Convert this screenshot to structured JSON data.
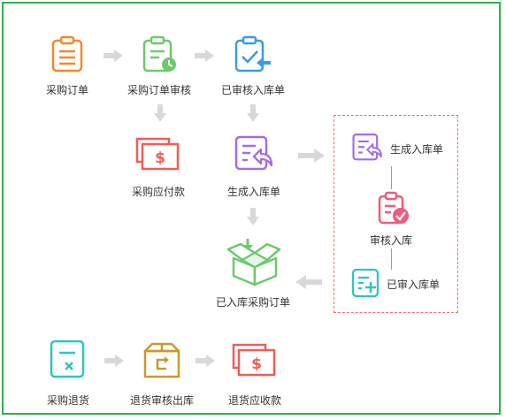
{
  "nodes": {
    "purchase_order": "采购订单",
    "purchase_order_review": "采购订单审核",
    "reviewed_receipt": "已审核入库单",
    "purchase_payable": "采购应付款",
    "generate_receipt": "生成入库单",
    "received_purchase_order": "已入库采购订单",
    "purchase_return": "采购退货",
    "return_review_outbound": "退货审核出库",
    "return_receivable": "退货应收款"
  },
  "detail_box": {
    "step1": "生成入库单",
    "step2": "审核入库",
    "step3": "已审入库单"
  },
  "colors": {
    "frame": "#2bb24c",
    "orange": "#f08a2c",
    "green": "#6cc96c",
    "blue": "#3a9be8",
    "red": "#ef5e56",
    "purple": "#a46be8",
    "teal": "#2fc5c0",
    "pink": "#ef5b7f",
    "gold": "#c99a2a",
    "arrow": "#d8d8d8",
    "dash": "#e8746a"
  }
}
